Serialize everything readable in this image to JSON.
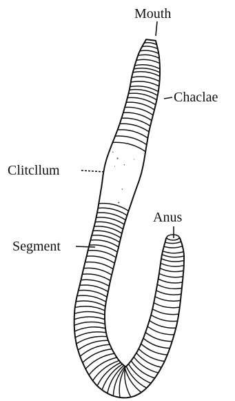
{
  "labels": {
    "mouth": "Mouth",
    "chaetae": "Chaclae",
    "clitellum": "Clitcllum",
    "anus": "Anus",
    "segment": "Segment"
  },
  "colors": {
    "ink": "#111111",
    "background": "#ffffff"
  }
}
